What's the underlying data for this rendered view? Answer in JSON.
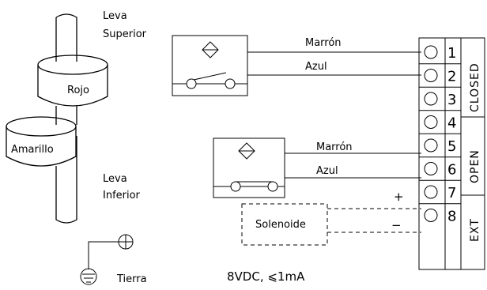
{
  "cam": {
    "upper_label_1": "Leva",
    "upper_label_2": "Superior",
    "red_label": "Rojo",
    "yellow_label": "Amarillo",
    "lower_label_1": "Leva",
    "lower_label_2": "Inferior"
  },
  "ground": {
    "label": "Tierra"
  },
  "sensor1": {
    "brown": "Marrón",
    "blue": "Azul"
  },
  "sensor2": {
    "brown": "Marrón",
    "blue": "Azul"
  },
  "solenoid": {
    "label": "Solenoide",
    "plus": "+",
    "minus": "−"
  },
  "terminals": [
    "1",
    "2",
    "3",
    "4",
    "5",
    "6",
    "7",
    "8"
  ],
  "groups": {
    "closed": "CLOSED",
    "open": "OPEN",
    "ext": "EXT"
  },
  "spec": "8VDC, ⩽1mA"
}
